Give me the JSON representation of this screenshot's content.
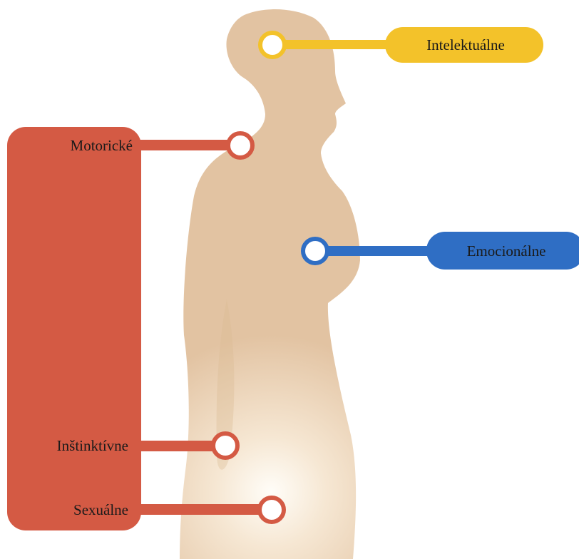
{
  "colors": {
    "silhouette": "#e2c3a2",
    "glow": "#fff6e8",
    "red": "#d45a44",
    "yellow": "#f3c22a",
    "blue": "#2f6ec4",
    "label_text_dark": "#1a1a1a",
    "label_text_light": "#ffffff"
  },
  "centers": {
    "intellectual": "Intelektuálne",
    "motor": "Motorické",
    "emotional": "Emocionálne",
    "instinctive": "Inštinktívne",
    "sexual": "Sexuálne"
  }
}
